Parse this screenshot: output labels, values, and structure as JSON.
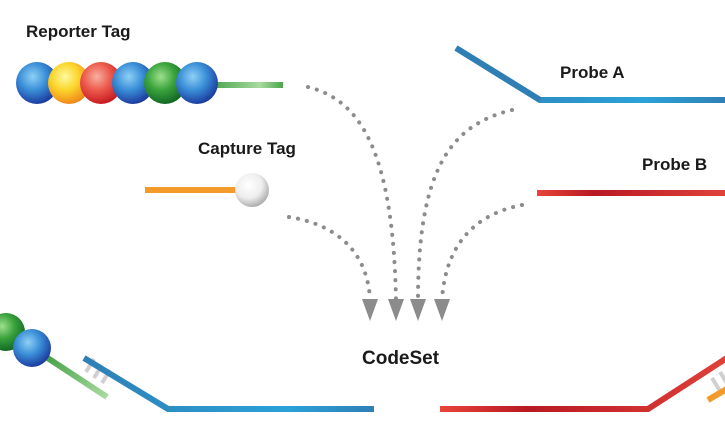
{
  "labels": {
    "reporter_tag": "Reporter Tag",
    "capture_tag": "Capture Tag",
    "probe_a": "Probe A",
    "probe_b": "Probe B",
    "codeset": "CodeSet"
  },
  "reporter_beads": [
    "blue",
    "yellow",
    "red",
    "blue",
    "green",
    "blue"
  ],
  "codeset_beads": [
    "green",
    "blue"
  ],
  "colors": {
    "probe_a": "#2f7fb5",
    "probe_b": "#d3312e",
    "reporter_tail": "#4aa54a",
    "capture_tail": "#f39a2a",
    "arrow": "#8c8c8c"
  }
}
